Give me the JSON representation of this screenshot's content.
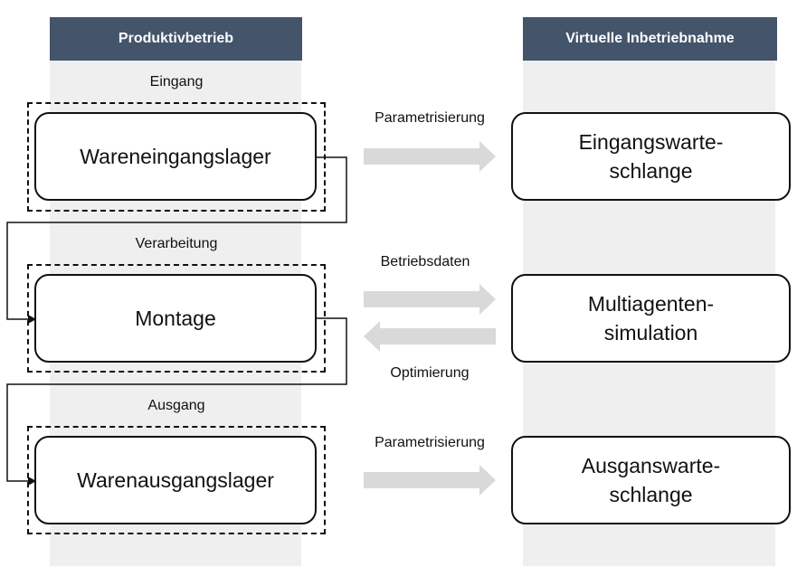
{
  "columns": {
    "left_header": "Produktivbetrieb",
    "right_header": "Virtuelle Inbetriebnahme"
  },
  "sections": [
    {
      "label": "Eingang",
      "box": "Wareneingangslager",
      "arrow_top": "Parametrisierung",
      "arrow_bottom": "",
      "target": "Eingangswarte-\nschlange"
    },
    {
      "label": "Verarbeitung",
      "box": "Montage",
      "arrow_top": "Betriebsdaten",
      "arrow_bottom": "Optimierung",
      "target": "Multiagenten-\nsimulation"
    },
    {
      "label": "Ausgang",
      "box": "Warenausgangslager",
      "arrow_top": "Parametrisierung",
      "arrow_bottom": "",
      "target": "Ausganswarte-\nschlange"
    }
  ],
  "colors": {
    "header_bg": "#44546a",
    "column_bg": "#efefef",
    "arrow_fill": "#d9d9d9"
  }
}
